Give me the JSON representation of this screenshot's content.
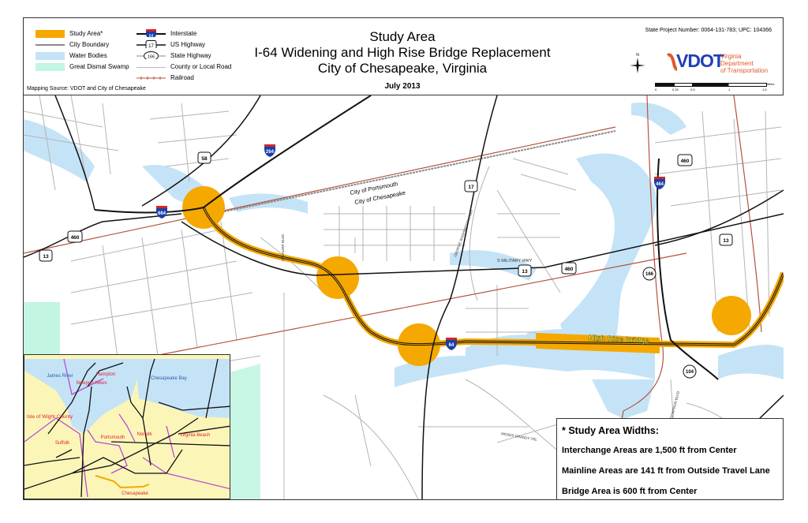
{
  "legend": {
    "items_left": [
      {
        "label": "Study Area*",
        "color": "#f5a800"
      },
      {
        "label": "City Boundary",
        "color": "#8a8a8a"
      },
      {
        "label": "Water Bodies",
        "color": "#c5e3f7"
      },
      {
        "label": "Great Dismal Swamp",
        "color": "#c2f5e2"
      }
    ],
    "items_right": [
      {
        "label": "Interstate",
        "shield": "64"
      },
      {
        "label": "US Highway",
        "shield": "17"
      },
      {
        "label": "State Highway",
        "shield": "166"
      },
      {
        "label": "County or Local Road"
      },
      {
        "label": "Railroad",
        "color": "#b5533c"
      }
    ],
    "mapping_source": "Mapping Source: VDOT and City of Chesapeake"
  },
  "title": {
    "line1": "Study Area",
    "line2": "I-64 Widening and High Rise Bridge Replacement",
    "line3": "City of Chesapeake, Virginia",
    "date": "July 2013"
  },
  "project": "State Project Number:  0064-131-783; UPC:  104366",
  "vdot": {
    "word": "VDOT",
    "line1": "Virginia Department",
    "line2": "of Transportation",
    "blue": "#1f3fb8",
    "orange": "#e05a2b"
  },
  "north_label": "N",
  "scale": {
    "ticks": [
      "0",
      "0.25",
      "0.5",
      "1",
      "1.5"
    ],
    "unit": "Miles"
  },
  "map": {
    "colors": {
      "study_area": "#f5a800",
      "water": "#c5e3f7",
      "swamp": "#c2f5e2",
      "railroad": "#b5533c",
      "road": "#b4b4b4"
    },
    "boundary_labels": [
      "City of Portsmouth",
      "City of Chesapeake"
    ],
    "feature_labels": [
      "High Rise Bridge",
      "S MILITARY HWY",
      "CAVALIER BLVD",
      "GEORGE WASHINGTON HWY",
      "MOSES GRANDY TRL",
      "DOMINION BLVD"
    ],
    "interstates": [
      "264",
      "664",
      "64",
      "464"
    ],
    "us_highways": [
      "58",
      "17",
      "13",
      "460",
      "460",
      "13",
      "460",
      "13"
    ],
    "state_highways": [
      "166",
      "104"
    ]
  },
  "inset": {
    "places": [
      "James River",
      "Chesapeake Bay",
      "Hampton",
      "Newport News",
      "Isle of Wight County",
      "Suffolk",
      "Portsmouth",
      "Norfolk",
      "Virginia Beach",
      "Chesapeake"
    ]
  },
  "notes": {
    "heading": "* Study Area Widths:",
    "lines": [
      "Interchange Areas are 1,500 ft from Center",
      "Mainline Areas are 141 ft from Outside Travel Lane",
      "Bridge Area is 600 ft from Center"
    ]
  }
}
